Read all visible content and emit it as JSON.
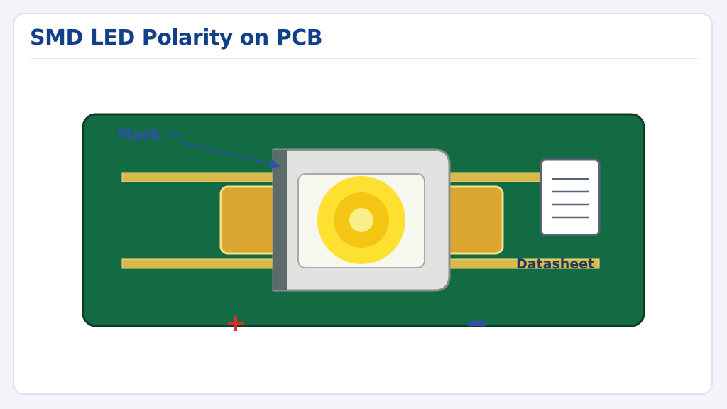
{
  "title": "SMD LED Polarity on PCB",
  "labels": {
    "mark": "Mark",
    "datasheet": "Datasheet"
  },
  "symbols": {
    "anode": "+",
    "cathode": "−"
  },
  "colors": {
    "title": "#123f8a",
    "board": "#136b43",
    "board_outline": "#0a3d24",
    "trace": "#d9b94a",
    "pad": "#dba732",
    "package": "#e2e3e0",
    "cathode_band": "#5c6a6a",
    "lens_outer": "#fde030",
    "lens_inner": "#f5c514",
    "mark_label": "#2f4fa8",
    "plus": "#e02a2a",
    "datasheet_text": "#1f3a5a"
  }
}
